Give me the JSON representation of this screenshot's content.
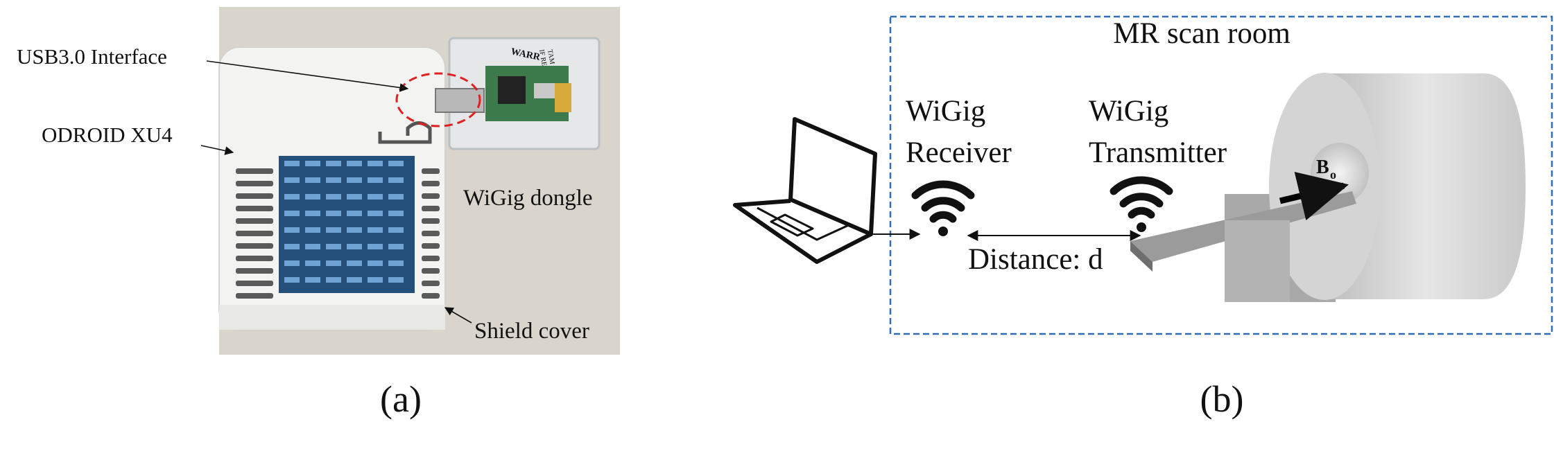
{
  "panel_a": {
    "labels": {
      "usb": "USB3.0 Interface",
      "odroid": "ODROID XU4",
      "dongle": "WiGig dongle",
      "shield": "Shield cover"
    },
    "dongle_sticker": [
      "WARR",
      "IF RE",
      "TAM"
    ],
    "caption": "(a)"
  },
  "panel_b": {
    "room_label": "MR scan room",
    "receiver": [
      "WiGig",
      "Receiver"
    ],
    "transmitter": [
      "WiGig",
      "Transmitter"
    ],
    "distance_label": "Distance: d",
    "field_label": "B",
    "field_subscript": "o",
    "caption": "(b)"
  },
  "colors": {
    "heatsink": "#3d6f9e",
    "frame_dash": "#2f6eb5",
    "usb_ellipse": "#e02020",
    "photo_bg": "#d9d4cc",
    "case": "#f3f3f1"
  }
}
